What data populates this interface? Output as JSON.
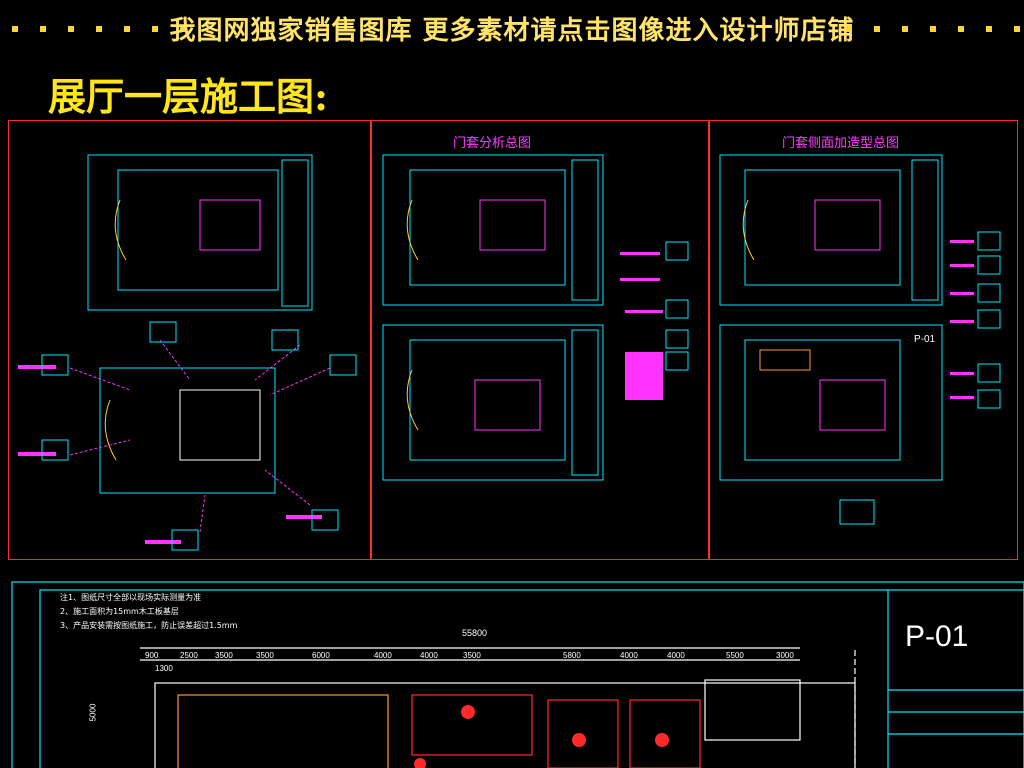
{
  "banner": {
    "text": "我图网独家销售图库 更多素材请点击图像进入设计师店铺"
  },
  "page": {
    "title": "展厅一层施工图:"
  },
  "panels": {
    "door_analysis": "门套分析总图",
    "door_side": "门套侧面加造型总图"
  },
  "sheet": {
    "code": "P-01",
    "notes": [
      "注1、图纸尺寸全部以现场实际测量为准",
      "2、施工面积为15mm木工板基层",
      "3、产品安装需按图纸施工，防止误差超过1.5mm"
    ],
    "total_dim": "55800",
    "dims": [
      "900",
      "2500",
      "3500",
      "3500",
      "6000",
      "4000",
      "4000",
      "3500",
      "5800",
      "4000",
      "4000",
      "5500",
      "3000"
    ],
    "side_dims": [
      "1300",
      "5000"
    ]
  },
  "colors": {
    "frame": "#ff2a2a",
    "wall": "#00e5ff",
    "accent": "#ff33ff",
    "banner": "#ffe36a"
  }
}
